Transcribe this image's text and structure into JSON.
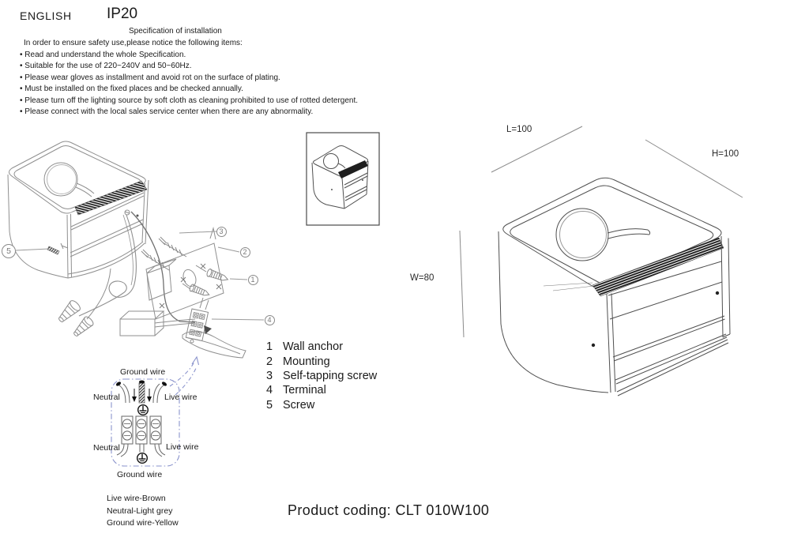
{
  "header": {
    "language": "ENGLISH",
    "ip_rating": "IP20",
    "title": "Specification of installation",
    "intro": "In order to ensure safety use,please notice the following items:",
    "bullets": [
      "Read and understand the whole Specification.",
      "Suitable for the use of 220~240V and 50~60Hz.",
      "Please wear gloves as installment and avoid rot on the surface of plating.",
      "Must be installed on the fixed places and be checked annually.",
      "Please turn off the lighting source by soft cloth as cleaning prohibited to use of rotted detergent.",
      "Please connect with the local sales service center when there are any abnormality."
    ]
  },
  "parts": [
    {
      "num": "1",
      "label": "Wall anchor"
    },
    {
      "num": "2",
      "label": "Mounting"
    },
    {
      "num": "3",
      "label": "Self-tapping screw"
    },
    {
      "num": "4",
      "label": "Terminal"
    },
    {
      "num": "5",
      "label": "Screw"
    }
  ],
  "dimensions": {
    "length": "L=100",
    "height": "H=100",
    "width": "W=80"
  },
  "wiring": {
    "top_ground": "Ground wire",
    "top_neutral": "Neutral",
    "top_live": "Live wire",
    "bottom_neutral": "Neutral",
    "bottom_live": "Live wire",
    "bottom_ground": "Ground wire",
    "legend": [
      "Live wire-Brown",
      "Neutral-Light grey",
      "Ground wire-Yellow"
    ]
  },
  "product_coding": "Product coding: CLT 010W100",
  "colors": {
    "line": "#8f8f8f",
    "dark_line": "#4f4f4f",
    "text": "#1a1a1a",
    "accent": "#8a93cc"
  }
}
